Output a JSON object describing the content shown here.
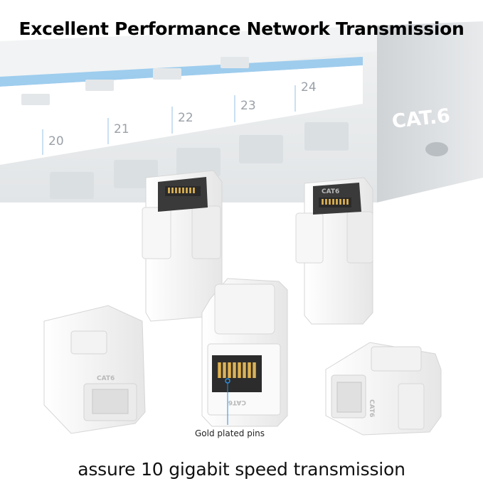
{
  "headline": "Excellent Performance Network Transmission",
  "tagline": "assure 10 gigabit speed transmission",
  "callout": "Gold plated pins",
  "panel": {
    "port_numbers": [
      "20",
      "21",
      "22",
      "23",
      "24"
    ],
    "label": "CAT.6"
  },
  "couplers": {
    "embossed_label": "CAT6",
    "count": 5
  },
  "colors": {
    "panel_strip_blue": "#8fc6ec",
    "gold_pins": "#c9a040",
    "coupler_white": "#f4f4f4"
  }
}
